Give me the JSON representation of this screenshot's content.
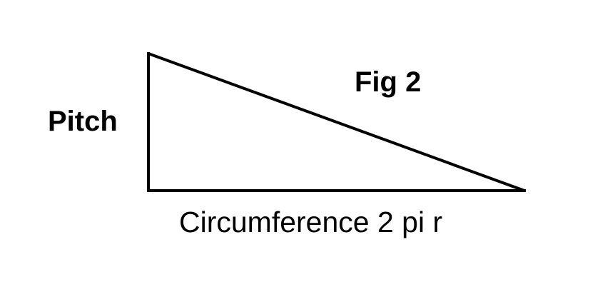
{
  "figure": {
    "title": "Fig 2"
  },
  "triangle": {
    "vertical_side_label": "Pitch",
    "base_label": "Circumference 2 pi r",
    "stroke_color": "#000000"
  },
  "background_color": "#ffffff"
}
